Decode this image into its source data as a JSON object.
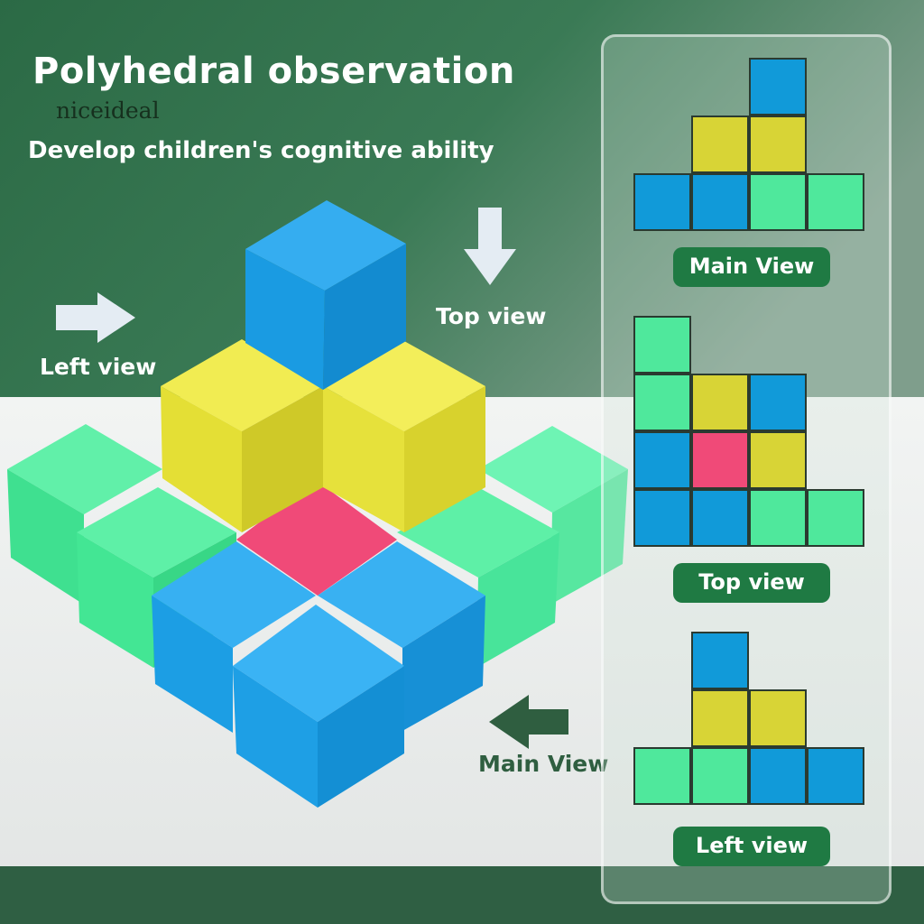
{
  "header": {
    "title": "Polyhedral observation",
    "brand": "niceideal",
    "subtitle": "Develop children's cognitive ability"
  },
  "photo_labels": {
    "left_view": "Left view",
    "top_view": "Top view",
    "main_view": "Main View"
  },
  "panel": {
    "views": [
      {
        "label": "Main View"
      },
      {
        "label": "Top view"
      },
      {
        "label": "Left view"
      }
    ]
  },
  "colors": {
    "background_green": "#2f6b47",
    "blue": "#119ad9",
    "yellow": "#d8d436",
    "green": "#4fe89c",
    "pink": "#f04a78",
    "badge": "#1f7a43"
  }
}
